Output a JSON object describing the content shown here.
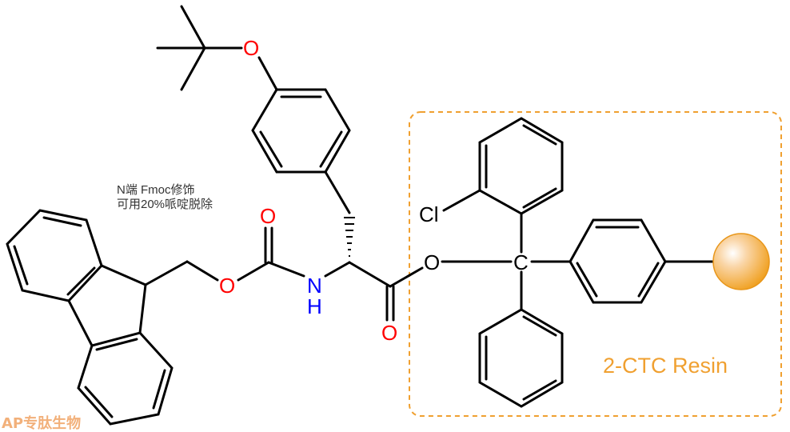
{
  "annotation": {
    "line1": "N端 Fmoc修饰",
    "line2": "可用20%哌啶脱除"
  },
  "atoms": {
    "O": "O",
    "N": "N",
    "H": "H",
    "C": "C",
    "Cl": "Cl"
  },
  "resin_label": "2-CTC Resin",
  "logo": "AP专肽生物",
  "colors": {
    "oxygen": "#FF0000",
    "nitrogen": "#0000FF",
    "resin": "#F0A030",
    "bond": "#000000"
  }
}
